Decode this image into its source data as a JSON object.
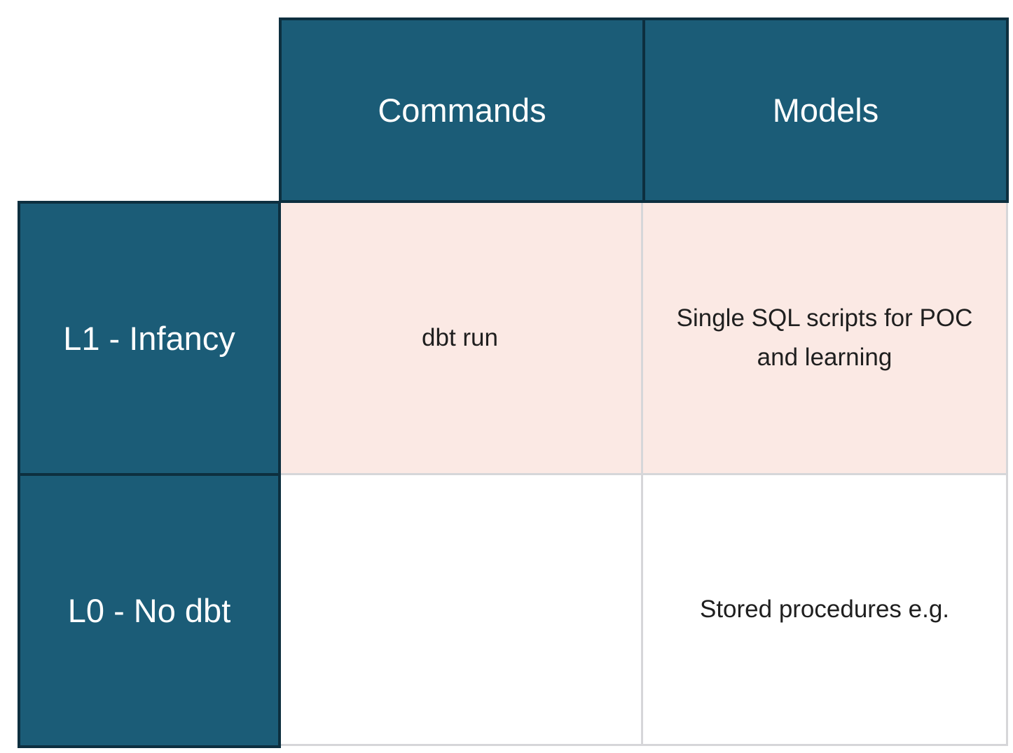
{
  "matrix": {
    "columns": [
      {
        "label": "Commands"
      },
      {
        "label": "Models"
      }
    ],
    "rows": [
      {
        "header": "L1 - Infancy",
        "cells": [
          "dbt run",
          "Single SQL scripts for POC and learning"
        ]
      },
      {
        "header": "L0 - No dbt",
        "cells": [
          "",
          "Stored procedures e.g."
        ]
      }
    ]
  },
  "colors": {
    "header_cell_bg": "#1B5C77",
    "header_border": "#0D2F3F",
    "header_text": "#FFFFFF",
    "row_l1_bg": "#FBE9E4",
    "row_l0_bg": "#FFFFFF",
    "grid_line": "#D6D6D9",
    "body_text": "#1F1F1F",
    "page_bg": "#FFFFFF"
  }
}
